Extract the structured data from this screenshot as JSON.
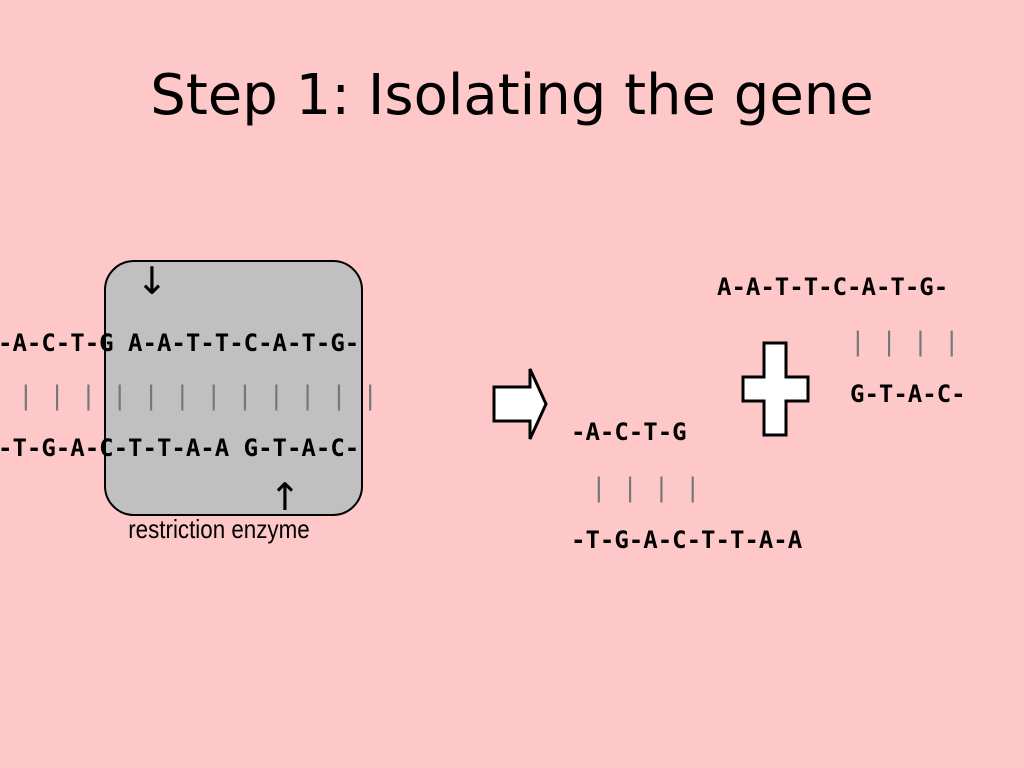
{
  "colors": {
    "background": "#FFC8C8",
    "enzyme_box": "#C0C0C0",
    "shape_fill": "#FFFFFF",
    "text": "#000000",
    "bonds": "#777777"
  },
  "title": "Step 1: Isolating the gene",
  "original_dna": {
    "top_strand": "-A-C-T-G A-A-T-T-C-A-T-G-",
    "bonds": "| | | | | | | | | | | |",
    "bottom_strand": "-T-G-A-C-T-T-A-A G-T-A-C-"
  },
  "enzyme": {
    "label": "restriction enzyme",
    "top_cut_icon": "down-arrow-icon",
    "bottom_cut_icon": "up-arrow-icon"
  },
  "fragment_left": {
    "top_strand": "-A-C-T-G",
    "bonds": "| | | |",
    "bottom_strand": "-T-G-A-C-T-T-A-A"
  },
  "fragment_right": {
    "top_strand": "A-A-T-T-C-A-T-G-",
    "bonds": "| | | |",
    "bottom_strand": "G-T-A-C-"
  },
  "icons": {
    "process_arrow": "right-arrow-icon",
    "combine": "plus-icon"
  }
}
